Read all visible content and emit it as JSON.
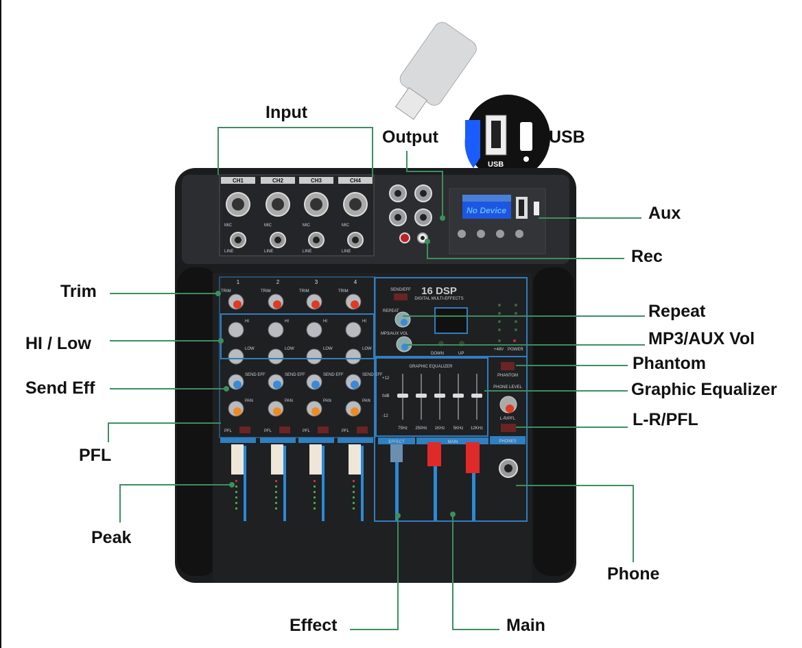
{
  "callouts": {
    "input": "Input",
    "output": "Output",
    "usb": "USB",
    "aux": "Aux",
    "rec": "Rec",
    "trim": "Trim",
    "hi_low": "HI / Low",
    "send_eff": "Send Eff",
    "pfl": "PFL",
    "peak": "Peak",
    "repeat": "Repeat",
    "mp3_aux_vol": "MP3/AUX Vol",
    "phantom": "Phantom",
    "graphic_equalizer": "Graphic Equalizer",
    "lr_pfl": "L-R/PFL",
    "phone": "Phone",
    "effect": "Effect",
    "main": "Main"
  },
  "panel": {
    "channels": [
      "CH1",
      "CH2",
      "CH3",
      "CH4"
    ],
    "channel_numbers": [
      "1",
      "2",
      "3",
      "4"
    ],
    "mic": "MIC",
    "line": "LINE",
    "trim": "TRIM",
    "hi": "HI",
    "low": "LOW",
    "send_eff": "SEND EFF",
    "pan": "PAN",
    "pfl": "PFL",
    "usb_badge": "USB",
    "display": "No Device",
    "send_eff_btn": "SEND/EFF",
    "dsp_logo": "16 DSP",
    "dsp_sub": "DIGITAL MULTI-EFFECTS",
    "repeat": "REPEAT",
    "mp3_aux_vol": "MP3/AUX VOL",
    "down": "DOWN",
    "up": "UP",
    "plus48v": "+48V",
    "power": "POWER",
    "geq_title": "GRAPHIC EQUALIZER",
    "geq_top": "+12",
    "geq_mid": "0dB",
    "geq_bottom": "-12",
    "geq_bands": [
      "75Hz",
      "250Hz",
      "1KHz",
      "5KHz",
      "12KHz"
    ],
    "phantom": "PHANTOM",
    "phone_level": "PHONE LEVEL",
    "lr_pfl": "L-R/PFL",
    "effect_section": "EFFECT",
    "main_section": "MAIN",
    "phones_section": "PHONES"
  },
  "colors": {
    "leader": "#3b8f5e",
    "panel_blue": "#2f7fc1",
    "display_blue": "#1d56e0"
  }
}
